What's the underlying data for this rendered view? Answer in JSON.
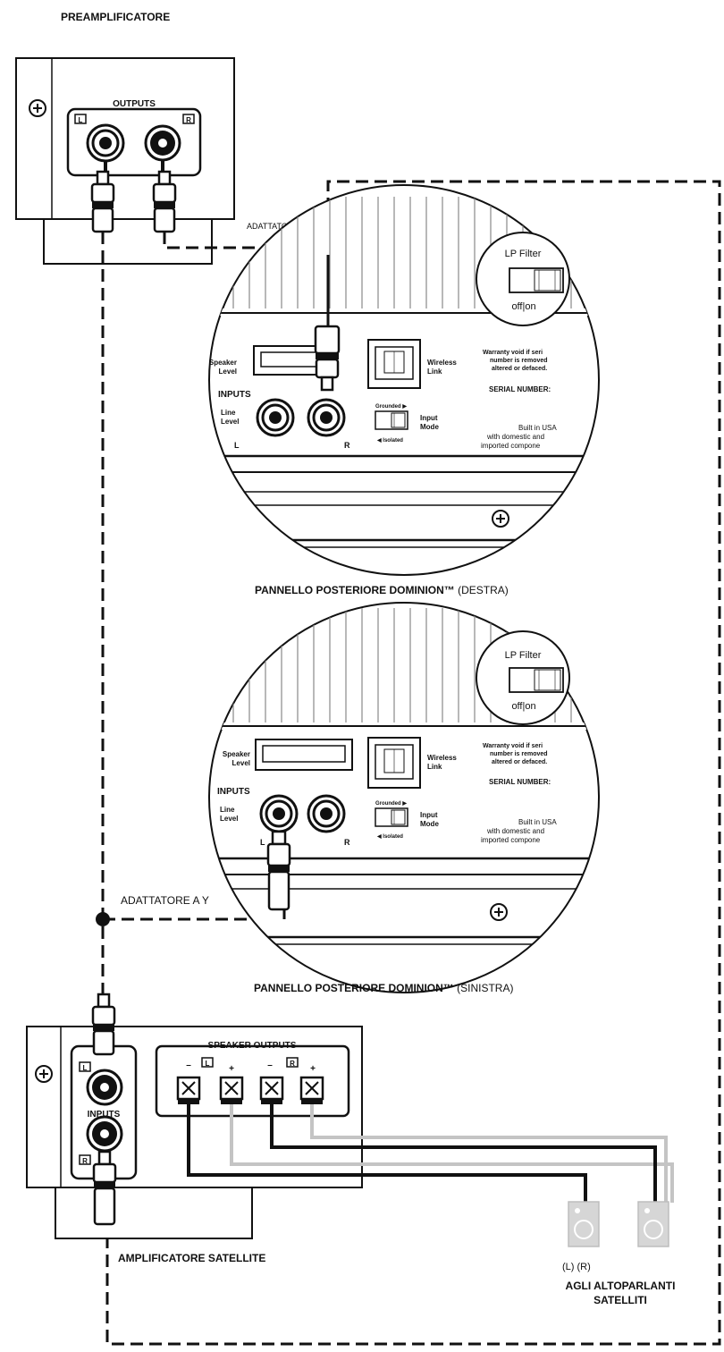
{
  "preamp": {
    "title": "PREAMPLIFICATORE",
    "outputs_label": "OUTPUTS",
    "left_badge": "L",
    "right_badge": "R"
  },
  "y_adapter_label": "ADATTATORE A Y",
  "panel_right": {
    "caption_bold": "PANNELLO POSTERIORE DOMINION™",
    "caption_side": "(DESTRA)",
    "lp_filter": "LP Filter",
    "off_on": "off|on",
    "speaker_level": [
      "Speaker",
      "Level"
    ],
    "wireless_link": [
      "Wireless",
      "Link"
    ],
    "inputs": "INPUTS",
    "line_level": [
      "Line",
      "Level"
    ],
    "l": "L",
    "r": "R",
    "grounded": "Grounded ▶",
    "isolated": "◀ Isolated",
    "input_mode": [
      "Input",
      "Mode"
    ],
    "warranty": [
      "Warranty void if seri",
      "number is removed",
      "altered or defaced."
    ],
    "serial_number": "SERIAL NUMBER:",
    "built": [
      "Built in USA",
      "with domestic and",
      "imported compone"
    ]
  },
  "panel_left": {
    "caption_bold": "PANNELLO POSTERIORE DOMINION™",
    "caption_side": "(SINISTRA)",
    "lp_filter": "LP Filter",
    "off_on": "off|on",
    "speaker_level": [
      "Speaker",
      "Level"
    ],
    "wireless_link": [
      "Wireless",
      "Link"
    ],
    "inputs": "INPUTS",
    "line_level": [
      "Line",
      "Level"
    ],
    "l": "L",
    "r": "R",
    "grounded": "Grounded ▶",
    "isolated": "◀ Isolated",
    "input_mode": [
      "Input",
      "Mode"
    ],
    "warranty": [
      "Warranty void if seri",
      "number is removed",
      "altered or defaced."
    ],
    "serial_number": "SERIAL NUMBER:",
    "built": [
      "Built in USA",
      "with domestic and",
      "imported compone"
    ]
  },
  "satellite_amp": {
    "title": "AMPLIFICATORE SATELLITE",
    "speaker_outputs": "SPEAKER OUTPUTS",
    "inputs": "INPUTS",
    "l_badge": "L",
    "r_badge": "R",
    "minus": "–",
    "plus": "+"
  },
  "speakers": {
    "lr_label": "(L) (R)",
    "caption": [
      "AGLI ALTOPARLANTI",
      "SATELLITI"
    ]
  },
  "colors": {
    "line": "#111111",
    "grey_wire": "#bdbdbd",
    "speaker_fill": "#d6d6d6"
  }
}
